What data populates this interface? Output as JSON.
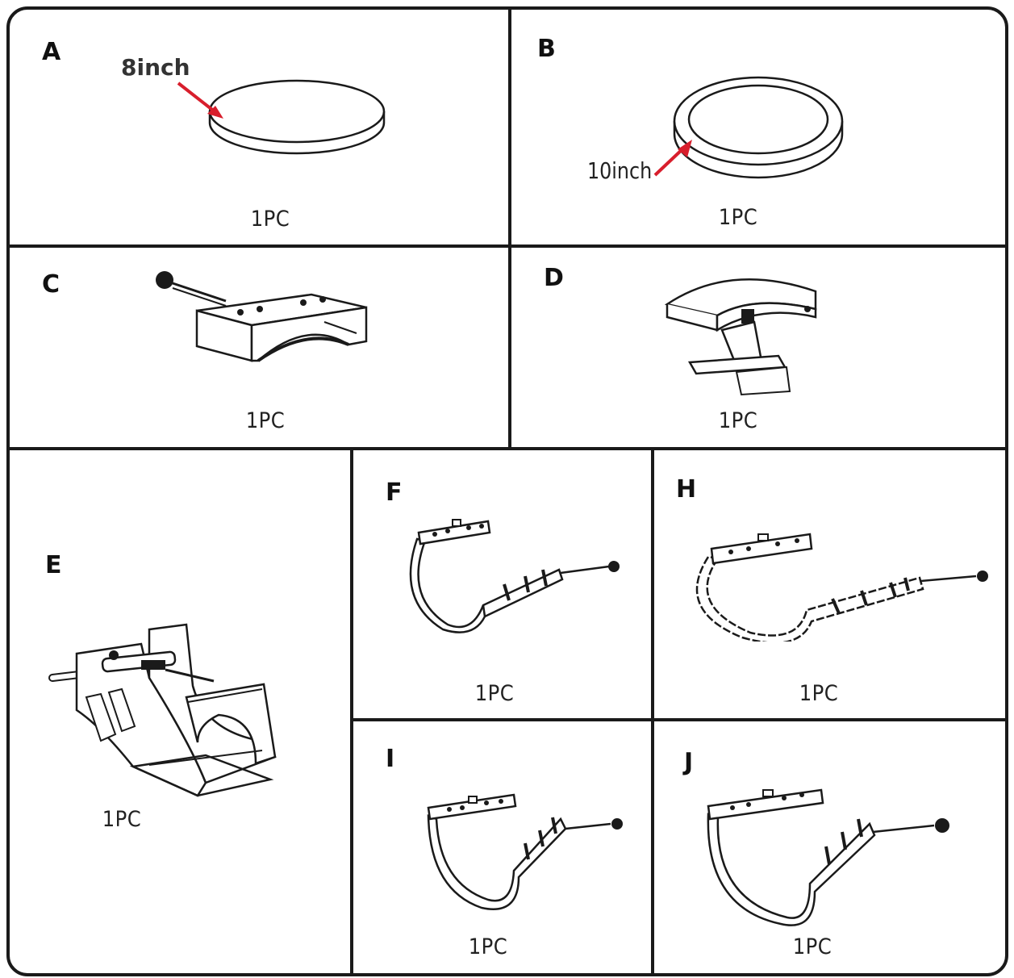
{
  "panels": [
    {
      "label": "A",
      "qty": "1PC",
      "dimension": "8inch",
      "icon": "flat-round-plate-icon"
    },
    {
      "label": "B",
      "qty": "1PC",
      "dimension": "10inch",
      "icon": "ring-plate-icon"
    },
    {
      "label": "C",
      "qty": "1PC",
      "icon": "concave-heating-block-icon"
    },
    {
      "label": "D",
      "qty": "1PC",
      "icon": "curved-cap-press-icon"
    },
    {
      "label": "E",
      "qty": "1PC",
      "icon": "mug-press-frame-icon"
    },
    {
      "label": "F",
      "qty": "1PC",
      "icon": "mug-heating-pad-icon"
    },
    {
      "label": "H",
      "qty": "1PC",
      "icon": "mug-heating-pad-large-icon"
    },
    {
      "label": "I",
      "qty": "1PC",
      "icon": "conical-mug-heating-pad-small-icon"
    },
    {
      "label": "J",
      "qty": "1PC",
      "icon": "conical-mug-heating-pad-large-icon"
    }
  ],
  "colors": {
    "outline": "#1a1a1a",
    "arrow": "#d81e2c",
    "background": "#ffffff"
  }
}
